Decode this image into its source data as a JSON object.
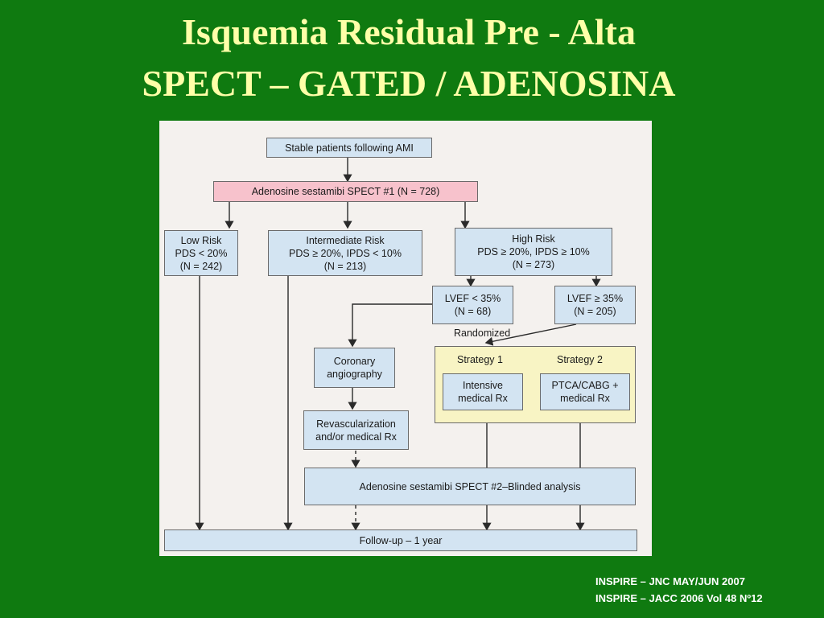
{
  "slide": {
    "title_line1": "Isquemia Residual Pre - Alta",
    "title_line2": "SPECT – GATED / ADENOSINA",
    "footer_line1": "INSPIRE – JNC MAY/JUN 2007",
    "footer_line2": "INSPIRE – JACC 2006 Vol 48 Nº12"
  },
  "diagram": {
    "nodes": {
      "stable": "Stable patients following AMI",
      "spect1": "Adenosine sestamibi SPECT #1 (N = 728)",
      "low_risk": "Low Risk\nPDS < 20%\n(N = 242)",
      "intermediate_risk": "Intermediate Risk\nPDS ≥ 20%, IPDS < 10%\n(N = 213)",
      "high_risk": "High Risk\nPDS ≥ 20%, IPDS ≥ 10%\n(N = 273)",
      "lvef_low": "LVEF < 35%\n(N = 68)",
      "lvef_high": "LVEF ≥ 35%\n(N = 205)",
      "randomized": "Randomized",
      "coronary": "Coronary\nangiography",
      "strategy1": "Strategy 1",
      "strategy2": "Strategy 2",
      "intensive": "Intensive\nmedical Rx",
      "ptca": "PTCA/CABG +\nmedical Rx",
      "revasc": "Revascularization\nand/or medical Rx",
      "spect2": "Adenosine sestamibi SPECT #2–Blinded analysis",
      "followup": "Follow-up – 1 year"
    },
    "colors": {
      "box_blue": "#d3e4f2",
      "box_pink": "#f7c2cc",
      "box_yellow": "#f8f4c4",
      "line": "#2a2a2a"
    }
  }
}
